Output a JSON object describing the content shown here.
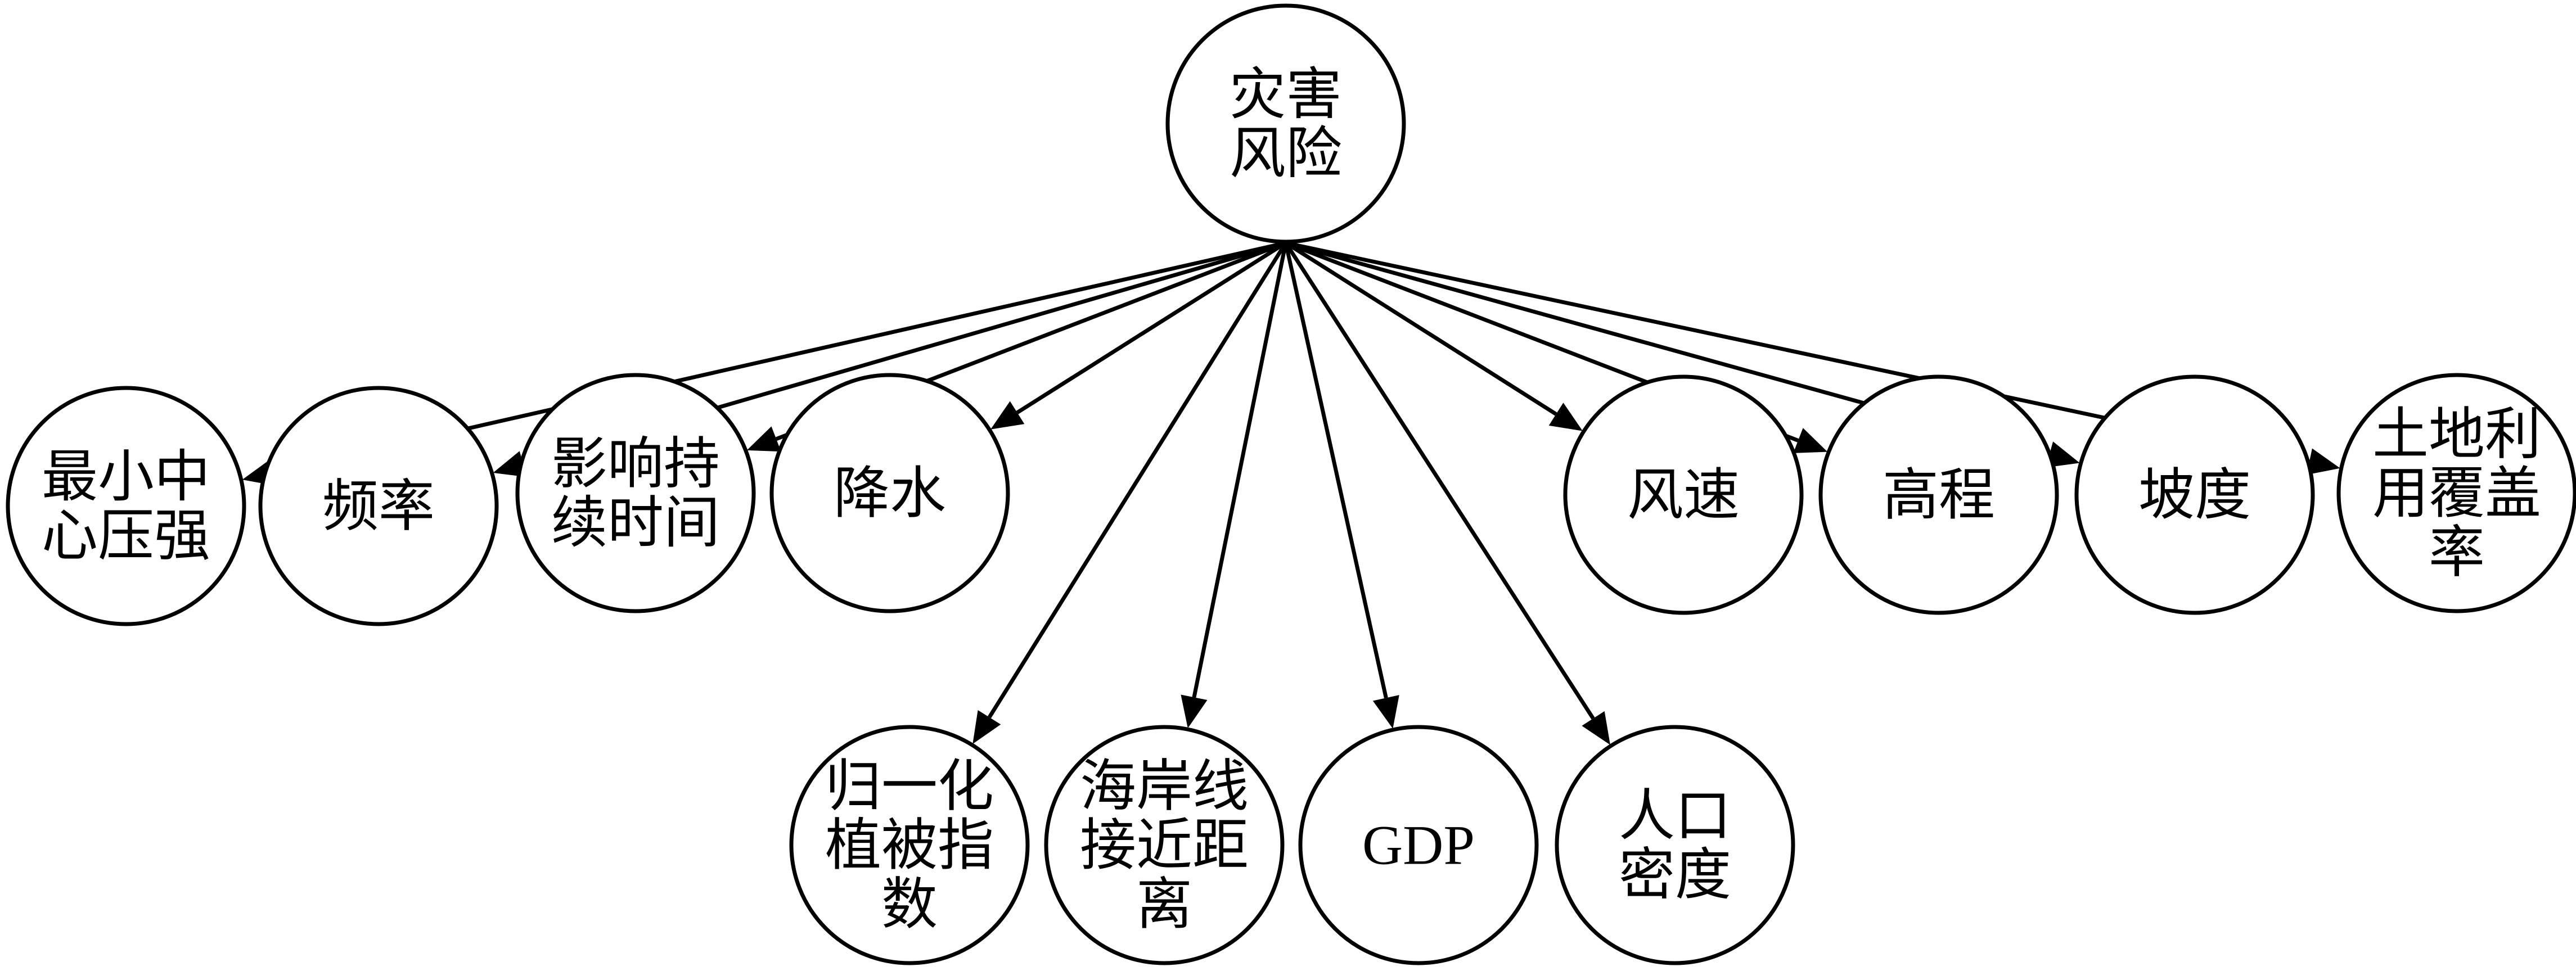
{
  "root": {
    "id": "risk",
    "lines": [
      "灾害",
      "风险"
    ]
  },
  "children": [
    {
      "id": "min-pressure",
      "lines": [
        "最小中",
        "心压强"
      ]
    },
    {
      "id": "frequency",
      "lines": [
        "频率"
      ]
    },
    {
      "id": "duration",
      "lines": [
        "影响持",
        "续时间"
      ]
    },
    {
      "id": "precipitation",
      "lines": [
        "降水"
      ]
    },
    {
      "id": "ndvi",
      "lines": [
        "归一化",
        "植被指",
        "数"
      ]
    },
    {
      "id": "coast-distance",
      "lines": [
        "海岸线",
        "接近距",
        "离"
      ]
    },
    {
      "id": "gdp",
      "lines": [
        "GDP"
      ]
    },
    {
      "id": "population-density",
      "lines": [
        "人口",
        "密度"
      ]
    },
    {
      "id": "wind-speed",
      "lines": [
        "风速"
      ]
    },
    {
      "id": "elevation",
      "lines": [
        "高程"
      ]
    },
    {
      "id": "slope",
      "lines": [
        "坡度"
      ]
    },
    {
      "id": "land-cover",
      "lines": [
        "土地利",
        "用覆盖",
        "率"
      ]
    }
  ],
  "colors": {
    "stroke": "#000000",
    "fill": "#ffffff",
    "text": "#000000"
  }
}
